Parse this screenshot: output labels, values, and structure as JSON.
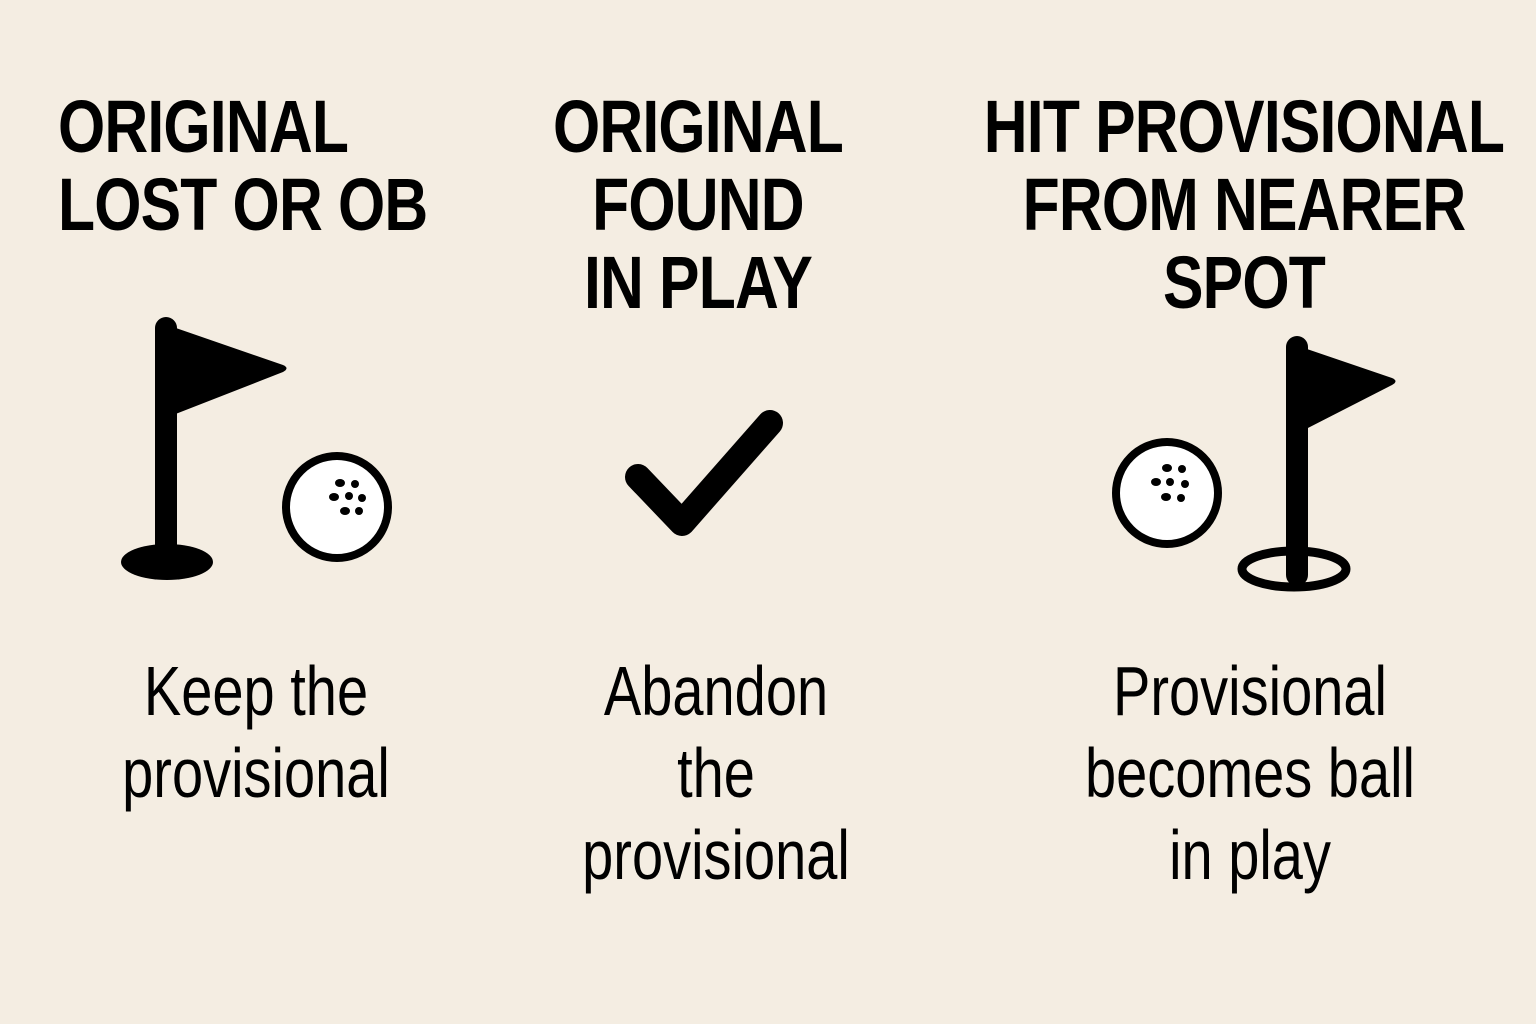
{
  "colors": {
    "background": "#f4ede2",
    "ink": "#000000",
    "ball_fill": "#ffffff"
  },
  "columns": [
    {
      "heading": "ORIGINAL\nLOST OR OB",
      "icons": [
        "flag-in-solid-hole-icon",
        "golf-ball-icon"
      ],
      "text": "Keep the\nprovisional"
    },
    {
      "heading": "ORIGINAL\nFOUND\nIN PLAY",
      "icons": [
        "checkmark-icon"
      ],
      "text": "Abandon\nthe\nprovisional"
    },
    {
      "heading": "HIT PROVISIONAL\nFROM NEARER\nSPOT",
      "icons": [
        "golf-ball-icon",
        "flag-in-ring-hole-icon"
      ],
      "text": "Provisional\nbecomes ball\nin play"
    }
  ]
}
